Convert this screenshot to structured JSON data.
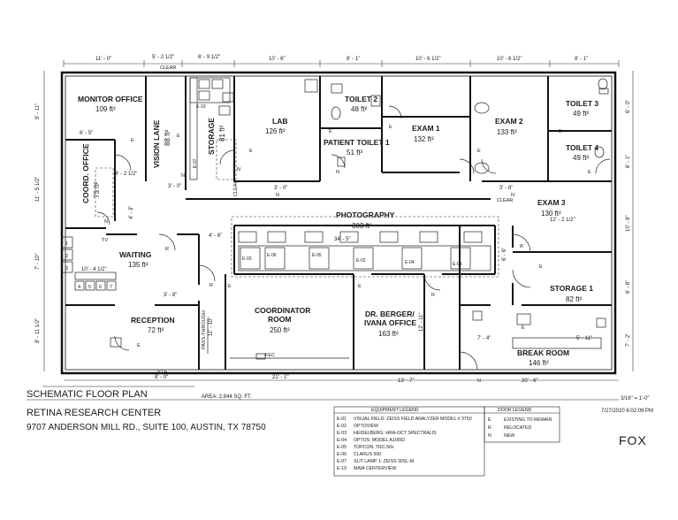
{
  "title": {
    "schematic": "SCHEMATIC FLOOR PLAN",
    "center": "RETINA RESEARCH CENTER",
    "address": "9707 ANDERSON MILL RD., SUITE 100, AUSTIN, TX 78750",
    "area": "AREA:  2,844 SQ. FT.",
    "scale": "3/16\" = 1'-0\"",
    "timestamp": "7/27/2020 6:02:09 PM",
    "logo": "FOX"
  },
  "rooms": [
    {
      "id": "monitor-office",
      "name": "MONITOR OFFICE",
      "area": "109 ft²"
    },
    {
      "id": "vision-lane",
      "name": "VISION LANE",
      "area": "88 ft²"
    },
    {
      "id": "storage",
      "name": "STORAGE",
      "area": "81 ft²"
    },
    {
      "id": "lab",
      "name": "LAB",
      "area": "126 ft²"
    },
    {
      "id": "toilet-2",
      "name": "TOILET 2",
      "area": "48 ft²"
    },
    {
      "id": "patient-toilet-1",
      "name": "PATIENT TOILET 1",
      "area": "51 ft²"
    },
    {
      "id": "exam-1",
      "name": "EXAM 1",
      "area": "132 ft²"
    },
    {
      "id": "exam-2",
      "name": "EXAM 2",
      "area": "133 ft²"
    },
    {
      "id": "toilet-3",
      "name": "TOILET 3",
      "area": "49 ft²"
    },
    {
      "id": "toilet-4",
      "name": "TOILET 4",
      "area": "49 ft²"
    },
    {
      "id": "coord-office",
      "name": "COORD. OFFICE",
      "area": "73 ft²"
    },
    {
      "id": "photography",
      "name": "PHOTOGRAPHY",
      "area": "303 ft²"
    },
    {
      "id": "exam-3",
      "name": "EXAM 3",
      "area": "130 ft²"
    },
    {
      "id": "waiting",
      "name": "WAITING",
      "area": "135 ft²"
    },
    {
      "id": "storage-1",
      "name": "STORAGE 1",
      "area": "82 ft²"
    },
    {
      "id": "reception",
      "name": "RECEPTION",
      "area": "72 ft²"
    },
    {
      "id": "coordinator-room",
      "name": "COORDINATOR ROOM",
      "area": "250 ft²"
    },
    {
      "id": "berger-office",
      "name": "DR. BERGER/ IVANA OFFICE",
      "area": "163 ft²"
    },
    {
      "id": "break-room",
      "name": "BREAK ROOM",
      "area": "146 ft²"
    }
  ],
  "dimensions": {
    "top": [
      "11' - 0\"",
      "5' - 2 1/2\"",
      "6' - 9 1/2\"",
      "10' - 6\"",
      "8' - 1\"",
      "10' - 6 1/2\"",
      "10' - 6 1/2\"",
      "8' - 1\""
    ],
    "bottom": [
      "8' - 0\"",
      "21' - 1\"",
      "13' - 7\"",
      "20' - 6\""
    ],
    "left": [
      "9' - 11\"",
      "11' - 5 1/2\"",
      "7' - 10\"",
      "8' - 11 1/2\""
    ],
    "right": [
      "6' - 0\"",
      "6' - 1\"",
      "10' - 8\"",
      "6' - 6\"",
      "7' - 2\""
    ],
    "interior": [
      "6' - 5\"",
      "4' - 2 1/2\"",
      "3' - 0\"",
      "4' - 3\"",
      "10' - 4 1/2\"",
      "4' - 6\"",
      "3' - 0\"",
      "34' - 5\"",
      "3' - 8\"",
      "12' - 2 1/2\"",
      "6' - 6\"",
      "7' - 4\"",
      "5' - 11\"",
      "11' - 10\"",
      "12' - 11\"",
      "3' - 8\""
    ]
  },
  "notes": {
    "clear": "CLEAR",
    "pass_through": "PASS-THROUGH",
    "vif": "V.I.F.",
    "fec": "FEC",
    "tv": "TV"
  },
  "equipment_tags": [
    "E-03",
    "E-06",
    "E-05",
    "E-02",
    "E-04",
    "E-01",
    "E-19",
    "E-07"
  ],
  "equipment_legend": {
    "heading": "EQUIPMENT LEGEND",
    "items": [
      {
        "code": "E-01",
        "desc": "VISUAL FIELD: ZEISS FIELD ANALYZER MODEL # 3750"
      },
      {
        "code": "E-02",
        "desc": "OPTOVIEW"
      },
      {
        "code": "E-03",
        "desc": "HEIDELBERG: HRA-OCT SPECTRALIS"
      },
      {
        "code": "E-04",
        "desc": "OPTOS: MODEL A10092"
      },
      {
        "code": "E-05",
        "desc": "TOPCON: TRC-50x"
      },
      {
        "code": "E-06",
        "desc": "CLARUS 500"
      },
      {
        "code": "E-07",
        "desc": "SLIT LAMP 1: ZEISS 30SL-M"
      },
      {
        "code": "E-19",
        "desc": "MAIA CENTERVIEW"
      }
    ]
  },
  "door_legend": {
    "heading": "DOOR LEGEND",
    "items": [
      {
        "code": "E",
        "desc": "EXISTING TO REMAIN"
      },
      {
        "code": "R",
        "desc": "RELOCATED"
      },
      {
        "code": "N",
        "desc": "NEW"
      }
    ]
  }
}
